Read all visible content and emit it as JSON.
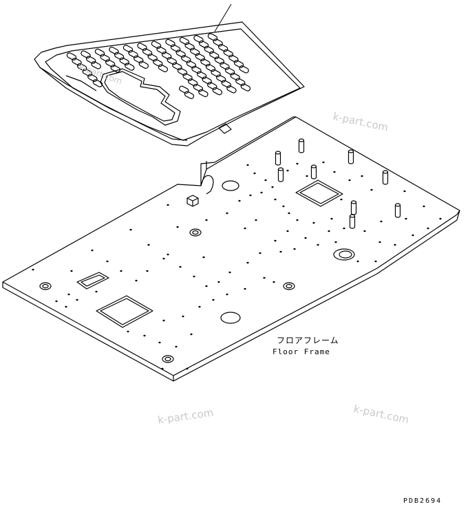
{
  "labels": {
    "part_name_jp": "フロアフレーム",
    "part_name_en": "Floor Frame",
    "drawing_code": "PDB2694"
  },
  "watermark": "k-part.com",
  "colors": {
    "line": "#000000",
    "watermark": "#c9c9c9",
    "background": "#ffffff"
  }
}
